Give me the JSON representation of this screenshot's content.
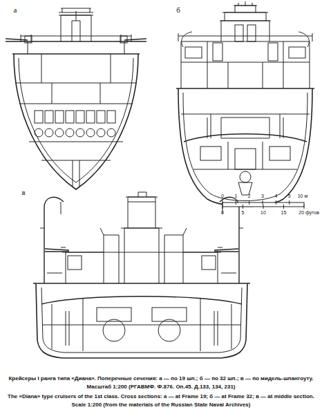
{
  "diagram": {
    "labels": [
      "а",
      "б",
      "в",
      "0",
      "1",
      "2",
      "3",
      "4",
      "5",
      "10 м",
      "0",
      "5",
      "10",
      "15",
      "20 футов",
      "Крейсеры I ранга типа «Диана». Поперечные сечения: а — по 19 шп.; б — по 32 шп.; в — по мидель-шпангоуту.",
      "Масштаб 1:200 (РГАВМФ. Ф.876. Оп.45. Д.133, 134, 231)",
      "The «Diana» type cruisers of the 1st class. Cross sections: а — at Frame 19; б — at Frame 32; в — at middle section.",
      "Scale 1:200 (from the materials of the Russian State Naval Archives)"
    ]
  }
}
